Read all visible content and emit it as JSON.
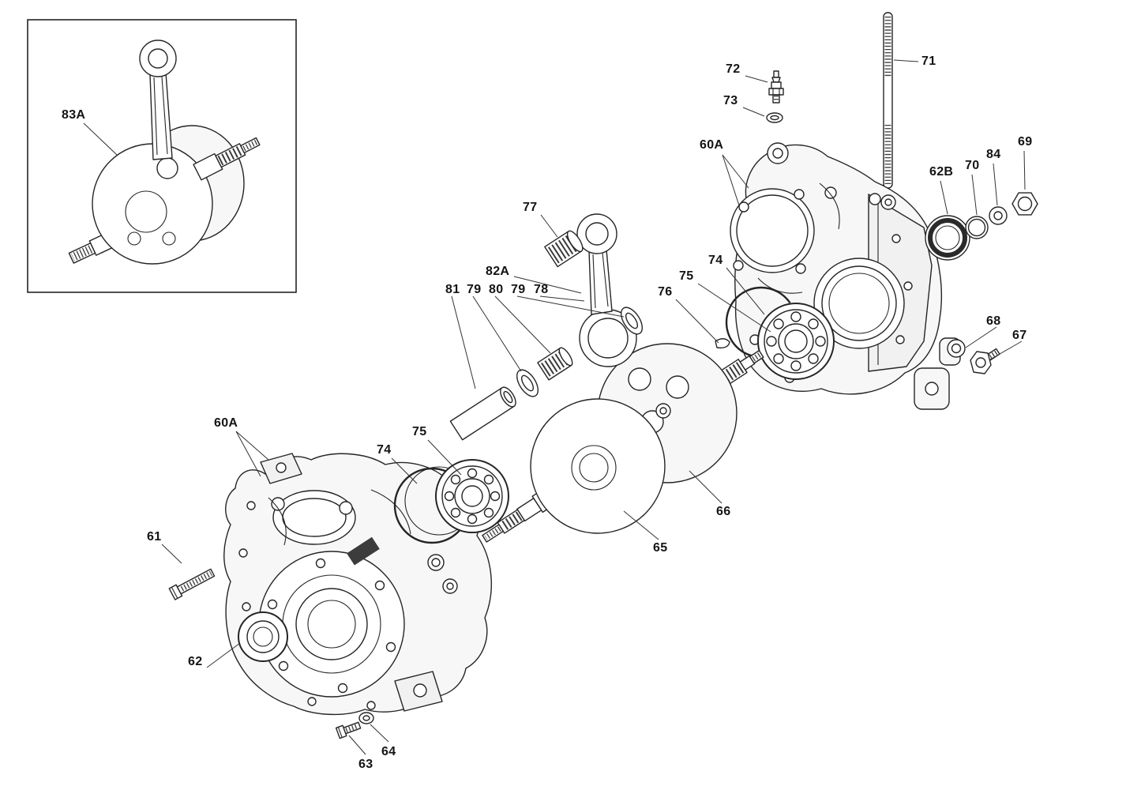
{
  "callouts": [
    "83A",
    "72",
    "73",
    "71",
    "60A",
    "62B",
    "70",
    "84",
    "69",
    "74",
    "75",
    "76",
    "68",
    "67",
    "77",
    "82A",
    "81",
    "79",
    "80",
    "79",
    "78",
    "60A",
    "74",
    "75",
    "61",
    "62",
    "63",
    "64",
    "65",
    "66"
  ],
  "style": {
    "background": "#ffffff",
    "line_color": "#252525",
    "label_color": "#141414",
    "dark_fill": "#3c3c3c"
  }
}
